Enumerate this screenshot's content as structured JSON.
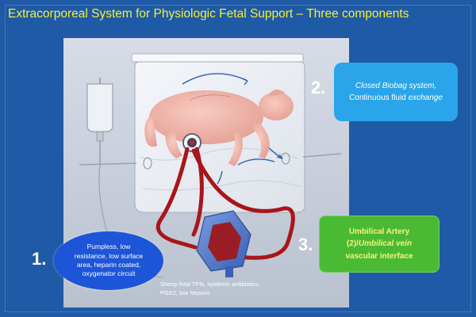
{
  "title": "Extracorporeal System for Physiologic Fetal Support – Three components",
  "labels": {
    "one": "1.",
    "two": "2.",
    "three": "3."
  },
  "callout_1": {
    "text": "Pumpless, low resistance, low surface area, heparin coated, oxygenator circuit",
    "color": "#1d55d8"
  },
  "callout_2": {
    "line1_italic": "Closed Biobag system,",
    "line2_plain": "Continuous fluid ",
    "line2_italic": "exchange",
    "color": "#2aa5ea"
  },
  "callout_3": {
    "line1": "Umbilical Artery",
    "line2_plain": "(2)/",
    "line2_italic": "Umbilical vein",
    "line3": "vascular interface",
    "color": "#4aba34"
  },
  "note": {
    "line1": "Sheep fetal TPN, systemic antibiotics,",
    "line2": "PGE2, low heparin"
  },
  "colors": {
    "background": "#1f5aa6",
    "title": "#f3ee3a",
    "illustration_bg": "#cfd5e0",
    "bag": "#eef1f6",
    "lamb": "#f2b8ad",
    "tubing": "#a8161a",
    "oxygenator": "#4e74c8",
    "flow_arrows": "#2f5fb3"
  },
  "icons": {
    "iv_bag": "iv-bag-icon",
    "oxygenator": "oxygenator-device-icon",
    "lamb": "fetal-lamb-figure"
  }
}
